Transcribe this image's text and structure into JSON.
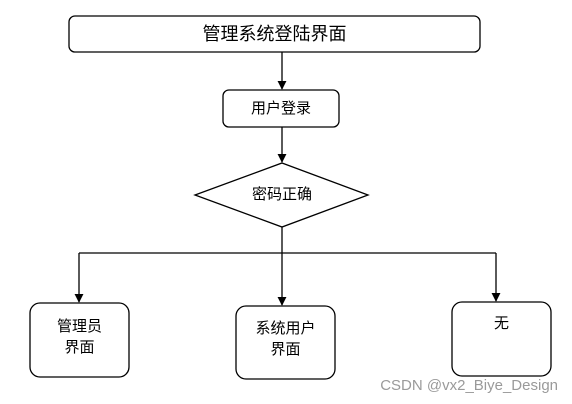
{
  "nodes": {
    "title": "管理系统登陆界面",
    "user_login": "用户登录",
    "password_check": "密码正确",
    "admin": [
      "管理员",
      "界面"
    ],
    "system_user": [
      "系统用户",
      "界面"
    ],
    "none": "无"
  },
  "watermark": "CSDN @vx2_Biye_Design"
}
